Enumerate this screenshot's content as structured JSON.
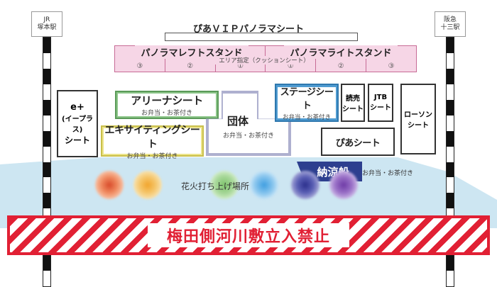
{
  "stations": {
    "left": [
      "JR",
      "塚本駅"
    ],
    "right": [
      "阪急",
      "十三駅"
    ]
  },
  "vip": {
    "title": "ぴあＶＩＰパノラマシート"
  },
  "stands": {
    "left_title": "パノラマレフトスタンド",
    "right_title": "パノラマライトスタンド",
    "center_label": "エリア指定（クッションシート）",
    "sections": [
      "③",
      "②",
      "①",
      "①",
      "②",
      "③"
    ]
  },
  "seats": {
    "eplus": {
      "lines": [
        "e+",
        "(イープラス)",
        "シート"
      ]
    },
    "arena": {
      "title": "アリーナシート",
      "sub": "お弁当・お茶付き"
    },
    "exciting": {
      "title": "エキサイティングシート",
      "sub": "お弁当・お茶付き"
    },
    "group": {
      "title": "団体",
      "sub": "お弁当・お茶付き"
    },
    "stage": {
      "title": "ステージシート",
      "sub": "お弁当・お茶付き"
    },
    "yomiuri": {
      "lines": [
        "読売",
        "シート"
      ]
    },
    "jtb": {
      "lines": [
        "JTB",
        "シート"
      ]
    },
    "lawson": {
      "lines": [
        "ローソン",
        "シート"
      ]
    },
    "pia": {
      "title": "ぴあシート"
    },
    "noryo": {
      "title": "納涼船",
      "sub": "お弁当・お茶付き"
    }
  },
  "launch_site": {
    "label": "花火打ち上げ場所"
  },
  "banner": {
    "text": "梅田側河川敷立入禁止"
  },
  "colors": {
    "river": "#cde6f2",
    "arena": "#8dc68a",
    "exciting": "#ece48a",
    "group": "#aeb0cf",
    "stage": "#4f9bd1",
    "stands": "#f6d6e6",
    "banner_red": "#e12034",
    "boat": "#2d3f8f"
  }
}
